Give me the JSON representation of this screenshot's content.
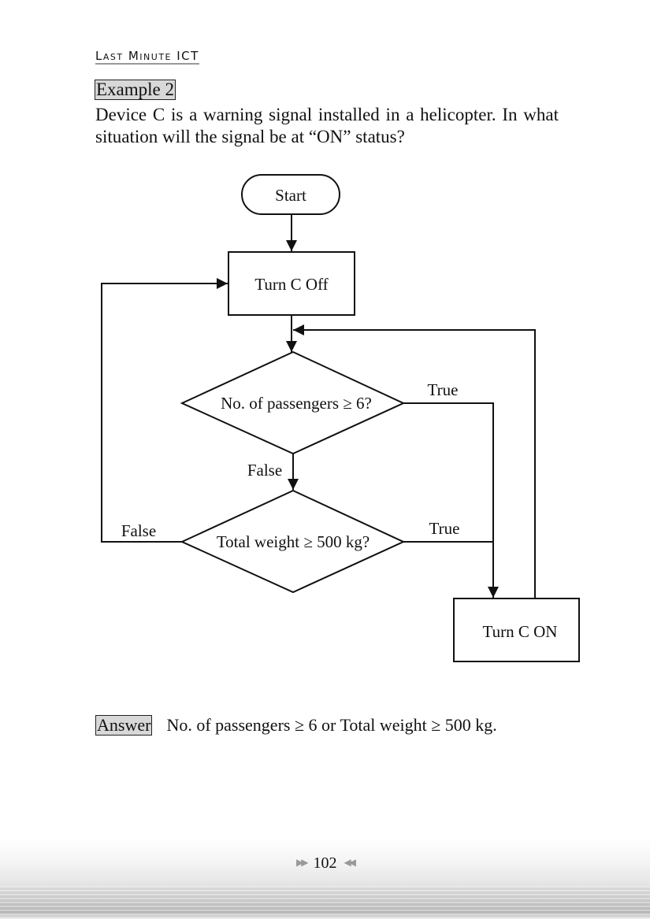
{
  "header": {
    "running_title": "Last Minute ICT"
  },
  "example": {
    "tag": "Example 2",
    "question": "Device C is a warning signal installed in a helicopter. In what situation will the signal be at “ON” status?"
  },
  "flowchart": {
    "nodes": {
      "start": "Start",
      "turn_off": "Turn C Off",
      "decision_passengers": "No. of passengers ≥ 6?",
      "decision_weight": "Total weight ≥ 500 kg?",
      "turn_on": "Turn C ON"
    },
    "edge_labels": {
      "passengers_true": "True",
      "passengers_false": "False",
      "weight_true": "True",
      "weight_false": "False"
    }
  },
  "answer": {
    "tag": "Answer",
    "text": "No. of passengers ≥ 6 or Total weight ≥ 500 kg."
  },
  "footer": {
    "page_number": "102",
    "left_marker_icon": "double-arrow-right-icon",
    "right_marker_icon": "double-arrow-left-icon"
  }
}
